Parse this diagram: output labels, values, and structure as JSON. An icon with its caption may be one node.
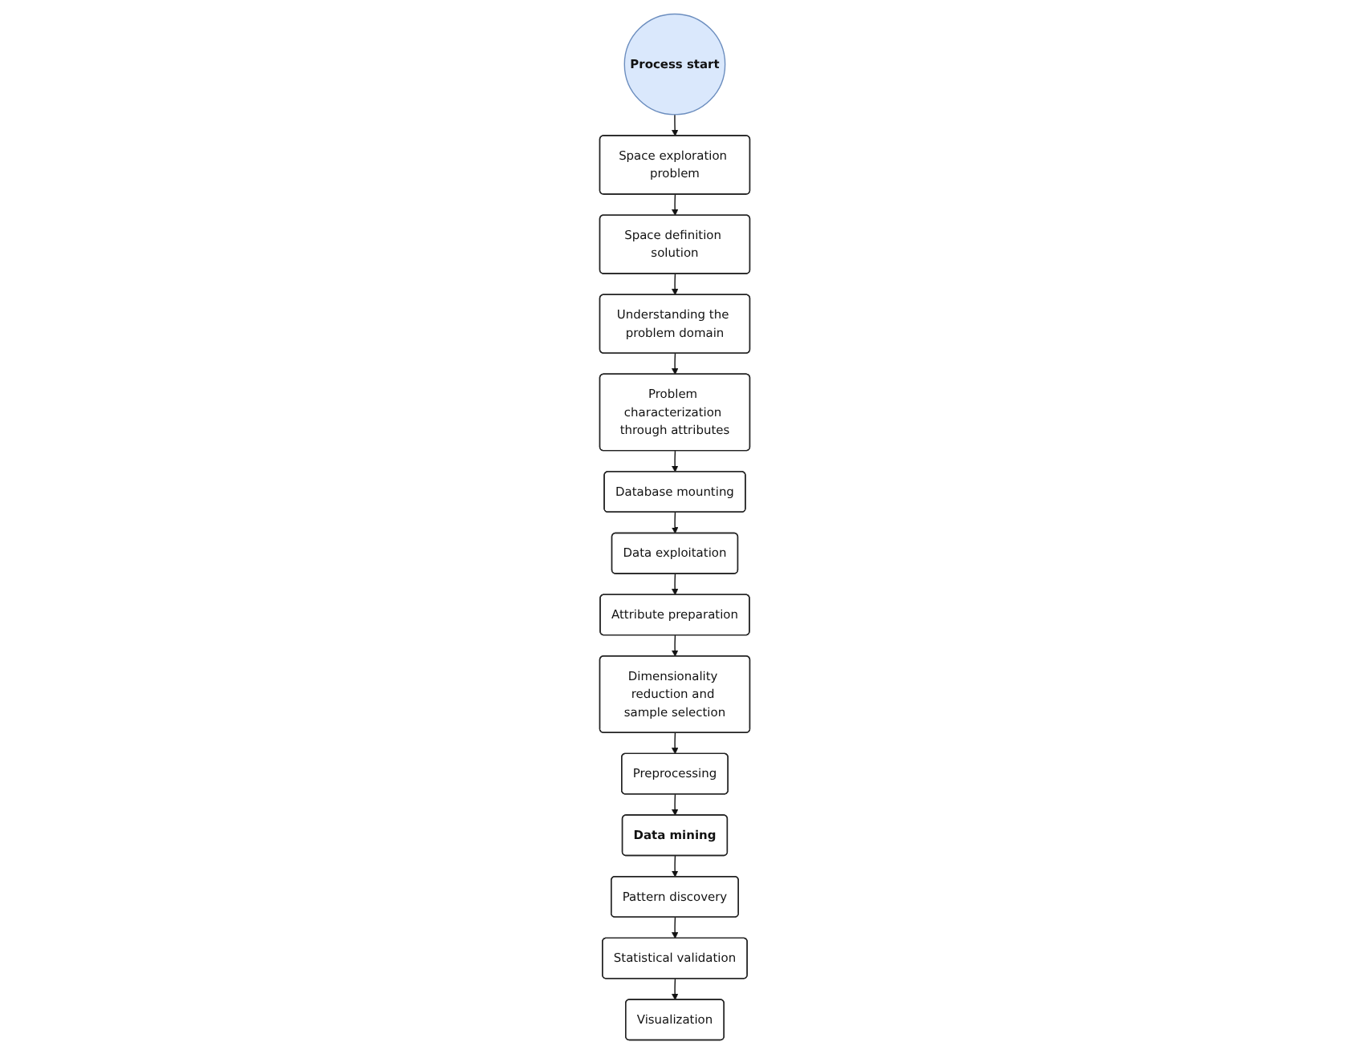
{
  "diagram": {
    "nodes": [
      {
        "text": [
          "Process start"
        ]
      },
      {
        "text": [
          "Space exploration problem"
        ]
      },
      {
        "text": [
          "Space definition solution"
        ]
      },
      {
        "text": [
          "Understanding the problem domain"
        ]
      },
      {
        "text": [
          "Problem characterization through attributes"
        ]
      },
      {
        "text": [
          "Database mounting"
        ]
      },
      {
        "text": [
          "Data exploitation"
        ]
      },
      {
        "text": [
          "Attribute preparation"
        ]
      },
      {
        "text": [
          "Dimensionality reduction and sample selection"
        ]
      },
      {
        "text": [
          "Preprocessing"
        ]
      },
      {
        "text": [
          "Data mining"
        ]
      },
      {
        "text": [
          "Pattern discovery"
        ]
      },
      {
        "text": [
          "Statistical validation"
        ]
      },
      {
        "text": [
          "Visualization"
        ]
      }
    ],
    "edges": [
      {
        "from": 0,
        "to": 1,
        "arrow": "to"
      },
      {
        "from": 1,
        "to": 2,
        "arrow": "to"
      },
      {
        "from": 2,
        "to": 3,
        "arrow": "to"
      },
      {
        "from": 3,
        "to": 4,
        "arrow": "to"
      },
      {
        "from": 4,
        "to": 5,
        "arrow": "to"
      },
      {
        "from": 5,
        "to": 6,
        "arrow": "to"
      },
      {
        "from": 6,
        "to": 7,
        "arrow": "to"
      },
      {
        "from": 7,
        "to": 8,
        "arrow": "to"
      },
      {
        "from": 8,
        "to": 9,
        "arrow": "to"
      },
      {
        "from": 9,
        "to": 10,
        "arrow": "to"
      },
      {
        "from": 10,
        "to": 11,
        "arrow": "to"
      },
      {
        "from": 11,
        "to": 12,
        "arrow": "to"
      },
      {
        "from": 12,
        "to": 13,
        "arrow": "to"
      }
    ]
  }
}
